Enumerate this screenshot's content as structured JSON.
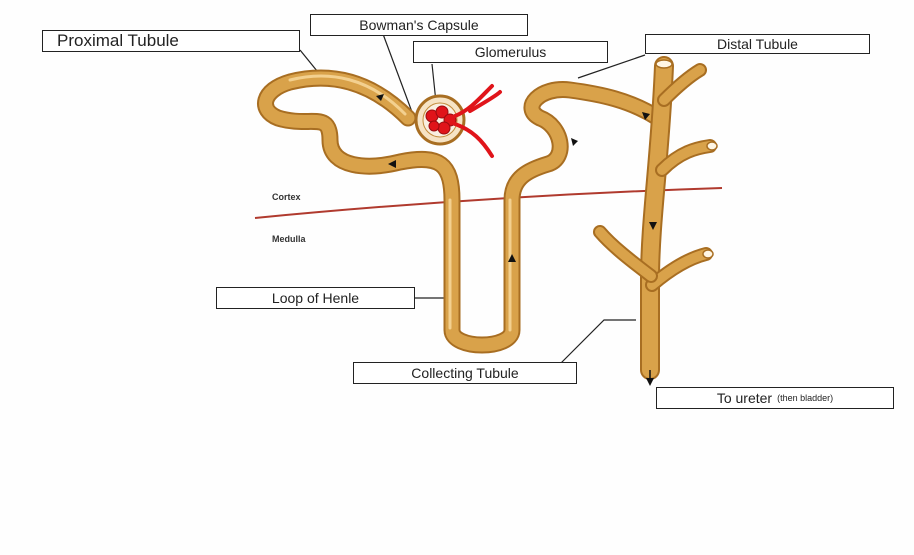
{
  "labels": {
    "bowmans_capsule": "Bowman's Capsule",
    "glomerulus": "Glomerulus",
    "proximal_tubule": "Proximal Tubule",
    "distal_tubule": "Distal Tubule",
    "loop_of_henle": "Loop of Henle",
    "collecting_tubule": "Collecting Tubule",
    "to_ureter": "To ureter",
    "to_ureter_note": "(then bladder)"
  },
  "zones": {
    "cortex": "Cortex",
    "medulla": "Medulla"
  },
  "colors": {
    "tubule": "#d9a24a",
    "tubule_shade": "#a86e22",
    "tubule_highlight": "#f3d08f",
    "glomerulus": "#e0141a",
    "boundary": "#b03a2e",
    "arrow": "#111111"
  }
}
